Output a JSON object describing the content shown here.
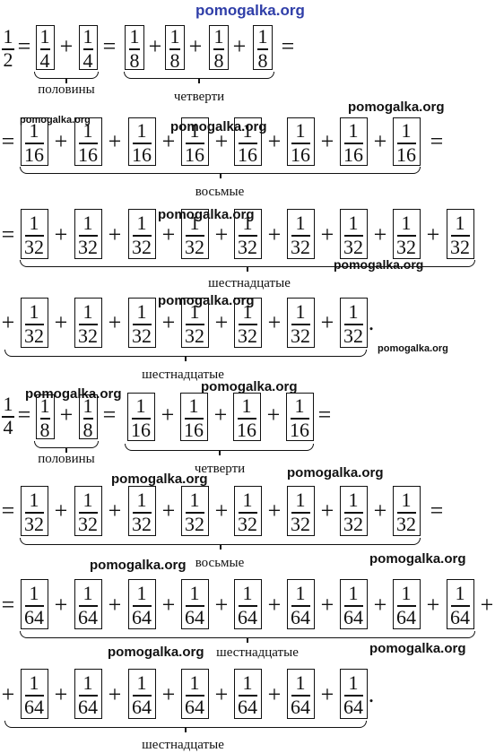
{
  "header": {
    "site": "pomogalka.org"
  },
  "watermark_text": "pomogalka.org",
  "equations": {
    "half": {
      "lhs": {
        "n": "1",
        "d": "2"
      },
      "halves": {
        "n": "1",
        "d": "4"
      },
      "quarters": {
        "n": "1",
        "d": "8"
      },
      "eighths": {
        "n": "1",
        "d": "16"
      },
      "sixteenths": {
        "n": "1",
        "d": "32"
      },
      "labels": {
        "halves": "половины",
        "quarters": "четверти",
        "eighths": "восьмые",
        "sixteenths": "шестнадцатые"
      }
    },
    "quarter": {
      "lhs": {
        "n": "1",
        "d": "4"
      },
      "halves": {
        "n": "1",
        "d": "8"
      },
      "quarters": {
        "n": "1",
        "d": "16"
      },
      "eighths": {
        "n": "1",
        "d": "32"
      },
      "sixteenths": {
        "n": "1",
        "d": "64"
      },
      "labels": {
        "halves": "половины",
        "quarters": "четверти",
        "eighths": "восьмые",
        "sixteenths": "шестнадцатые",
        "sixteenths_2": "шестнадцатые"
      }
    }
  },
  "symbols": {
    "plus": "+",
    "equals": "=",
    "period": "."
  }
}
